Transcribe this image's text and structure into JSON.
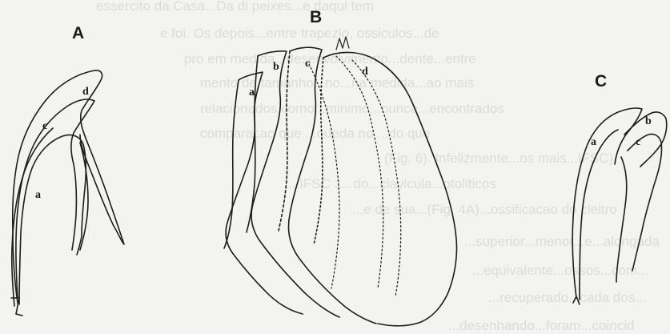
{
  "figure": {
    "panels": [
      {
        "id": "A",
        "label": "A",
        "parts": [
          "a",
          "c",
          "d"
        ]
      },
      {
        "id": "B",
        "label": "B",
        "parts": [
          "a",
          "b",
          "c",
          "d"
        ]
      },
      {
        "id": "C",
        "label": "C",
        "parts": [
          "a",
          "b",
          "c"
        ]
      }
    ]
  },
  "bleed_text": [
    "essercito da Casa...Da di peixes...e daqui tem",
    "e foi. Os depois...entre trapezio, ossiculos...de",
    "pro em medida...desenvolvimento...dente...entre",
    "mento de tamanho...no...na medida...ao mais",
    "relacionados como...minimo...nunca...encontrados",
    "comparacao que ...queda no ...do que",
    "(Fig. 6). Infelizmente...os mais...IFSC)",
    "...IFSC 1...do...clavicula...otoliticos",
    "...e de sua...(Fig. 4A)...ossificacao do cleitro",
    "...superior...menor...e...alongada",
    "...equivalente...ossos...com...",
    "...recuperado...cada dos...",
    "...desenhando...foram...coincid"
  ]
}
